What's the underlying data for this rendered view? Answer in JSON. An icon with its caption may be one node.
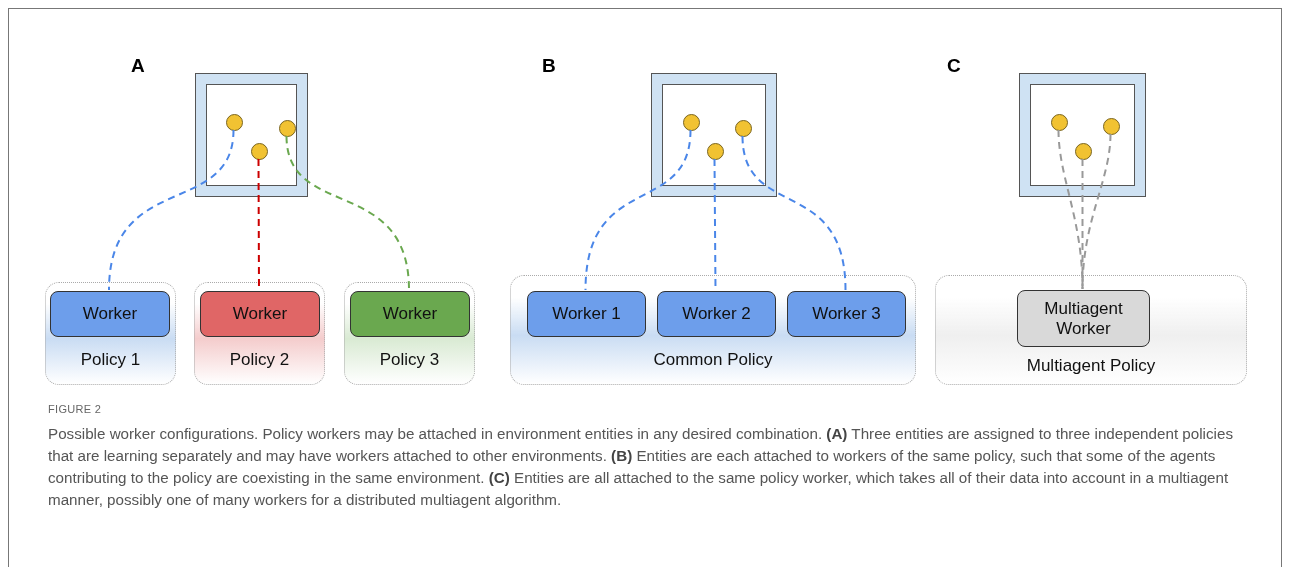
{
  "diagram": {
    "caption": "Possible worker configurations. Policy workers may be attached in environment entities in any desired combination. **(A)** Three entities are assigned to three independent policies that are learning separately and may have workers attached to other environments. **(B)** Entities are each attached to workers of the same policy, such that some of the agents contributing to the policy are coexisting in the same environment. **(C)** Entities are all attached to the same policy worker, which takes all of their data into account in a multiagent manner, possibly one of many workers for a distributed multiagent algorithm.",
    "nodes": [
      {
        "text": [],
        "shape": "box"
      },
      {
        "text": [],
        "shape": "circle",
        "in": 0
      },
      {
        "text": [],
        "shape": "circle",
        "in": 0
      },
      {
        "text": [],
        "shape": "circle",
        "in": 0
      },
      {
        "text": [
          "Policy 1"
        ]
      },
      {
        "text": [
          "Worker"
        ],
        "in": 4
      },
      {
        "text": [
          "Policy 2"
        ]
      },
      {
        "text": [
          "Worker"
        ],
        "in": 6
      },
      {
        "text": [
          "Policy 3"
        ]
      },
      {
        "text": [
          "Worker"
        ],
        "in": 8
      },
      {
        "text": [],
        "shape": "box"
      },
      {
        "text": [],
        "shape": "circle",
        "in": 10
      },
      {
        "text": [],
        "shape": "circle",
        "in": 10
      },
      {
        "text": [],
        "shape": "circle",
        "in": 10
      },
      {
        "text": [
          "Common Policy"
        ]
      },
      {
        "text": [
          "Worker 1"
        ],
        "in": 14
      },
      {
        "text": [
          "Worker 2"
        ],
        "in": 14
      },
      {
        "text": [
          "Worker 3"
        ],
        "in": 14
      },
      {
        "text": [],
        "shape": "box"
      },
      {
        "text": [],
        "shape": "circle",
        "in": 18
      },
      {
        "text": [],
        "shape": "circle",
        "in": 18
      },
      {
        "text": [],
        "shape": "circle",
        "in": 18
      },
      {
        "text": [
          "Multiagent Policy"
        ]
      },
      {
        "text": [
          "Multiagent Worker"
        ],
        "in": 22
      }
    ],
    "edges": [
      {
        "from": 1,
        "to": 5,
        "arrow": "none",
        "style": "dashed"
      },
      {
        "from": 2,
        "to": 7,
        "arrow": "none",
        "style": "dashed",
        "color": "#cc0000"
      },
      {
        "from": 3,
        "to": 9,
        "arrow": "none",
        "style": "dashed",
        "color": "#6aa84f"
      },
      {
        "from": 11,
        "to": 15,
        "arrow": "none",
        "style": "dashed"
      },
      {
        "from": 12,
        "to": 16,
        "arrow": "none",
        "style": "dashed"
      },
      {
        "from": 13,
        "to": 17,
        "arrow": "none",
        "style": "dashed"
      },
      {
        "from": 19,
        "to": 23,
        "arrow": "none",
        "style": "dashed",
        "color": "#999999"
      },
      {
        "from": 20,
        "to": 23,
        "arrow": "none",
        "style": "dashed",
        "color": "#999999"
      },
      {
        "from": 21,
        "to": 23,
        "arrow": "none",
        "style": "dashed",
        "color": "#999999"
      }
    ],
    "labels": [
      "A",
      "B",
      "C",
      "FIGURE 2"
    ]
  }
}
